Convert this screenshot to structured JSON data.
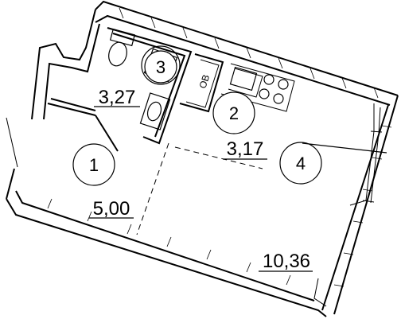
{
  "rooms": [
    {
      "number": "1",
      "area": "5,00"
    },
    {
      "number": "2",
      "area": "3,17"
    },
    {
      "number": "3",
      "area": "3,27"
    },
    {
      "number": "4",
      "area": "10,36"
    }
  ],
  "appliance_label": "ОВ"
}
